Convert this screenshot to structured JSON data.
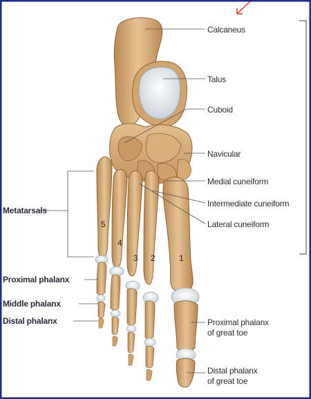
{
  "frame_color": "#1c2b8f",
  "bone_color": "#d9b27e",
  "cartilage_color": "#e9eef2",
  "labels_right": {
    "calcaneus": "Calcaneus",
    "talus": "Talus",
    "cuboid": "Cuboid",
    "navicular": "Navicular",
    "medial_cuneiform": "Medial cuneiform",
    "intermediate_cuneiform": "Intermediate cuneiform",
    "lateral_cuneiform": "Lateral cuneiform",
    "proximal_phalanx_great_toe_1": "Proximal phalanx",
    "proximal_phalanx_great_toe_2": "of great toe",
    "distal_phalanx_great_toe_1": "Distal phalanx",
    "distal_phalanx_great_toe_2": "of great toe"
  },
  "labels_left": {
    "metatarsals": "Metatarsals",
    "proximal_phalanx": "Proximal phalanx",
    "middle_phalanx": "Middle phalanx",
    "distal_phalanx": "Distal phalanx"
  },
  "metatarsal_numbers": [
    "1",
    "2",
    "3",
    "4",
    "5"
  ]
}
